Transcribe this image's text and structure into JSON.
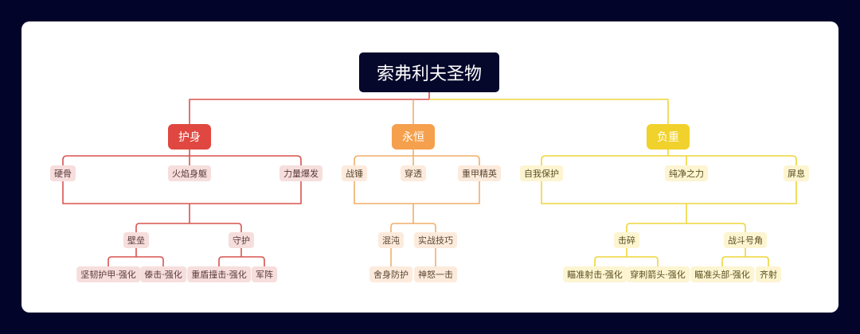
{
  "title": "索弗利夫圣物",
  "colors": {
    "background": "#03042a",
    "root": "#05072b",
    "branches": [
      "#e04740",
      "#f5a04c",
      "#f1d12b"
    ],
    "lines": [
      "#d9534f",
      "#f0ae6a",
      "#eed53a"
    ]
  },
  "branches": [
    {
      "label": "护身",
      "level1": [
        "硬骨",
        "火焰身躯",
        "力量爆发"
      ],
      "groups": [
        {
          "label": "壁垒",
          "children": [
            "坚韧护甲·强化",
            "傣击·强化"
          ]
        },
        {
          "label": "守护",
          "children": [
            "重盾撞击·强化",
            "军阵"
          ]
        }
      ]
    },
    {
      "label": "永恒",
      "level1": [
        "战锤",
        "穿透",
        "重甲精英"
      ],
      "groups": [
        {
          "label": "混沌",
          "children": [
            "舍身防护"
          ]
        },
        {
          "label": "实战技巧",
          "children": [
            "神怒一击"
          ]
        }
      ]
    },
    {
      "label": "负重",
      "level1": [
        "自我保护",
        "纯净之力",
        "屏息"
      ],
      "groups": [
        {
          "label": "击碎",
          "children": [
            "瞄准射击·强化",
            "穿刺箭头·强化"
          ]
        },
        {
          "label": "战斗号角",
          "children": [
            "瞄准头部·强化",
            "齐射"
          ]
        }
      ]
    }
  ]
}
